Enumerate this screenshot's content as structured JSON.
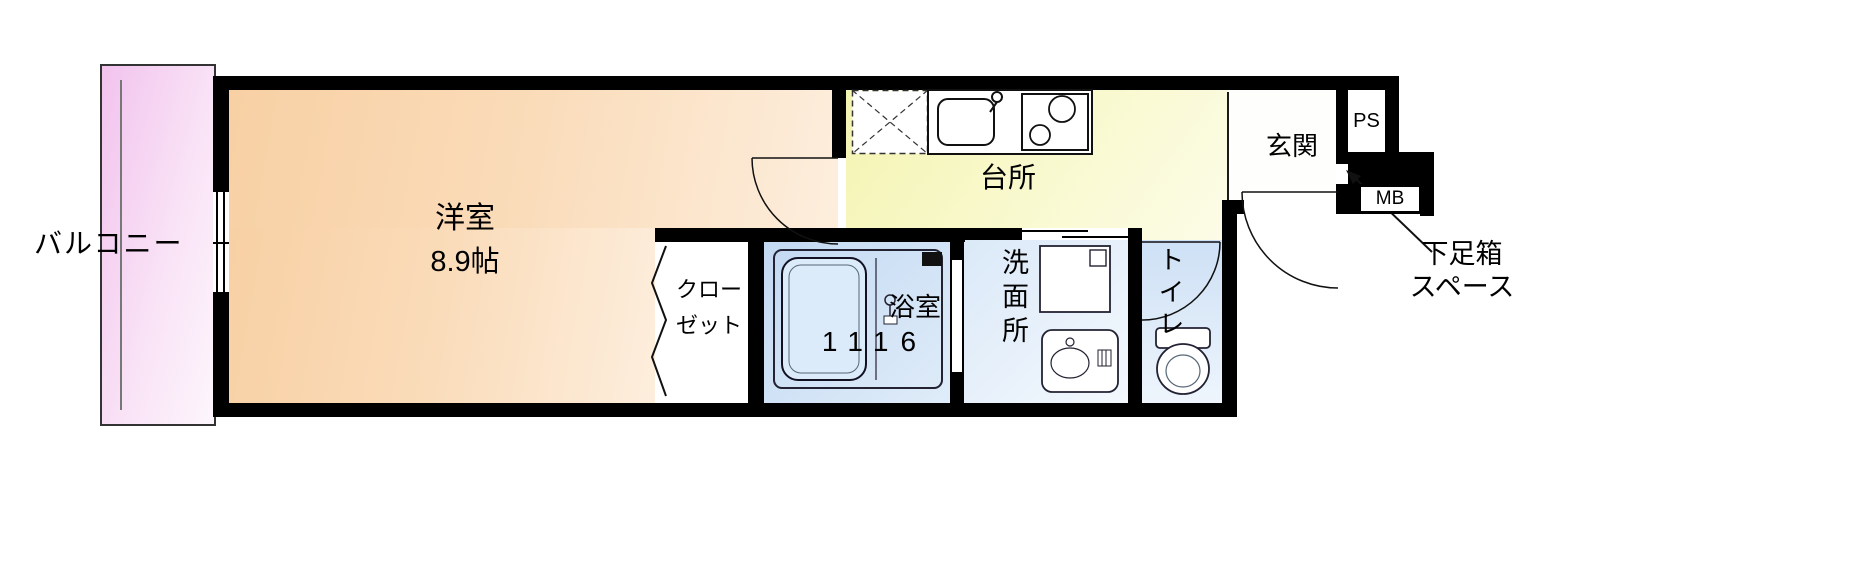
{
  "plan_title": "1K apartment floor plan",
  "colors": {
    "wall": "#000000",
    "main_room_fill": "#f9d6ae",
    "kitchen_fill": "#f5f5b8",
    "bath_fill": "#c9dcf3",
    "washroom_fill": "#dfebf9",
    "toilet_fill": "#d2e2f6",
    "balcony_fill": "#f4c9f0"
  },
  "rooms": {
    "balcony": {
      "label": "バルコニー"
    },
    "main_room": {
      "name": "洋室",
      "size": "8.9帖"
    },
    "closet": {
      "line1": "クロー",
      "line2": "ゼット"
    },
    "bath": {
      "name": "浴室",
      "size": "1116"
    },
    "washroom": {
      "label": "洗面所"
    },
    "toilet": {
      "label": "トイレ"
    },
    "kitchen": {
      "label": "台所"
    },
    "entrance": {
      "label": "玄関"
    },
    "pipe_space": {
      "label": "PS"
    },
    "meter_box": {
      "label": "MB"
    },
    "shoe_box": {
      "line1": "下足箱",
      "line2": "スペース"
    }
  },
  "icons": {
    "kitchen_sink": "sink-with-faucet",
    "kitchen_stove": "two-burner-stove",
    "refrigerator_space": "dashed-cross-square",
    "bathtub": "unit-bath-1116",
    "washing_machine_pan": "square-pan",
    "vanity": "wash-basin",
    "toilet_fixture": "toilet-bowl",
    "doors": "quarter-circle-swing"
  }
}
